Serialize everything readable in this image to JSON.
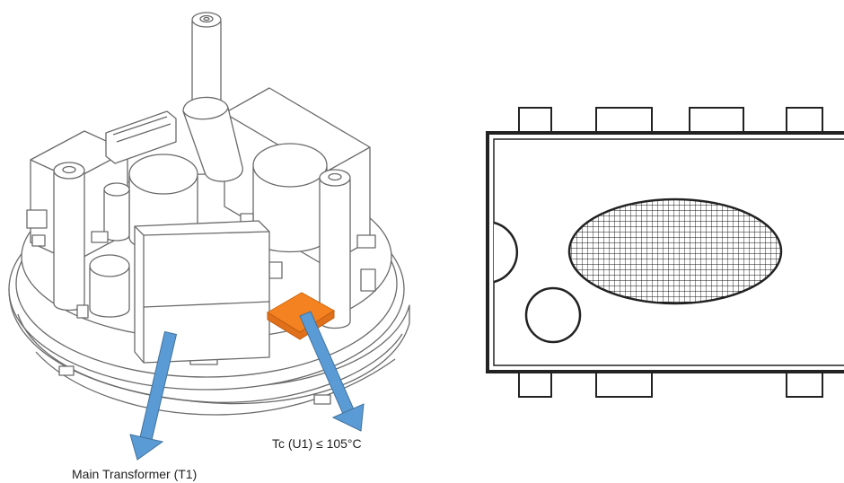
{
  "labels": {
    "transformer": "Main Transformer (T1)",
    "temperature_point": "Tc (U1) ≤ 105°C"
  },
  "colors": {
    "arrow": "#5b9bd5",
    "arrow_edge": "#41719c",
    "hotspot": "#f58220",
    "outline": "#555555",
    "ic_outline": "#222222"
  },
  "icons": {
    "left_figure": "psu-module-isometric",
    "right_figure": "dip-8-ic-package"
  }
}
